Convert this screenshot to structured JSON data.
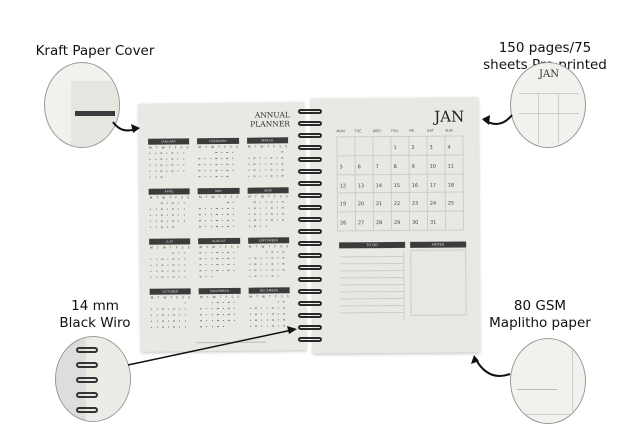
{
  "callouts": {
    "cover": "Kraft Paper Cover",
    "pages_line1": "150 pages/75",
    "pages_line2": "sheets Pre-printed",
    "wiro_line1": "14 mm",
    "wiro_line2": "Black Wiro",
    "paper_line1": "80 GSM",
    "paper_line2": "Maplitho paper"
  },
  "left_page": {
    "title_line1": "ANNUAL",
    "title_line2": "PLANNER",
    "weekday_initials": [
      "M",
      "T",
      "W",
      "T",
      "F",
      "S",
      "S"
    ],
    "months": [
      "JANUARY",
      "FEBRUARY",
      "MARCH",
      "APRIL",
      "MAY",
      "JUNE",
      "JULY",
      "AUGUST",
      "SEPTEMBER",
      "OCTOBER",
      "NOVEMBER",
      "DECEMBER"
    ]
  },
  "right_page": {
    "month": "JAN",
    "weekdays": [
      "MON",
      "TUE",
      "WED",
      "THU",
      "FRI",
      "SAT",
      "SUN"
    ],
    "dates": [
      "",
      "",
      "",
      "1",
      "2",
      "3",
      "4",
      "5",
      "6",
      "7",
      "8",
      "9",
      "10",
      "11",
      "12",
      "13",
      "14",
      "15",
      "16",
      "17",
      "18",
      "19",
      "20",
      "21",
      "22",
      "23",
      "24",
      "25",
      "26",
      "27",
      "28",
      "29",
      "30",
      "31",
      ""
    ],
    "todo_label": "TO DO",
    "notes_label": "NOTES"
  },
  "colors": {
    "page": "#e9e8e3",
    "header_bar": "#3b3b3b",
    "wire": "#2a2a2a"
  }
}
